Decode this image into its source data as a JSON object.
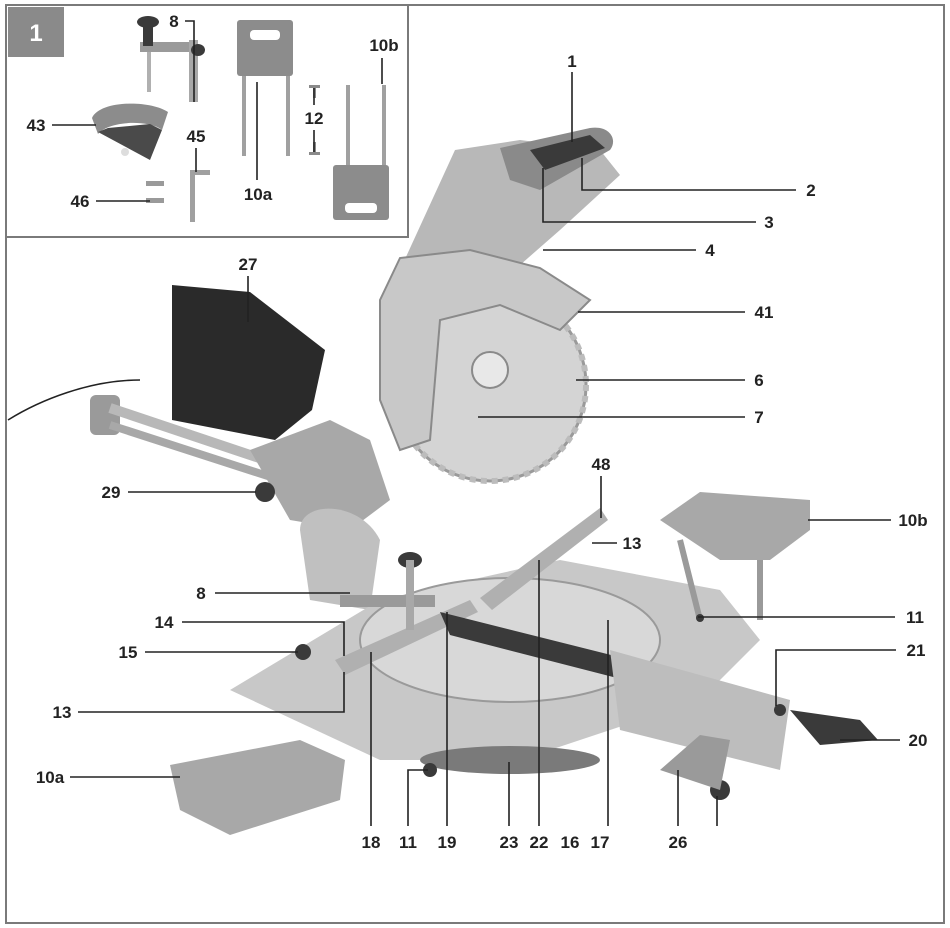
{
  "figure": {
    "number": "1",
    "colors": {
      "badge": "#8a8a8a",
      "body": "#c8c8c8",
      "body_dark": "#9a9a9a",
      "blade": "#d4d4d4",
      "bag": "#2a2a2a",
      "frame": "#7a7a7a",
      "text": "#222222"
    }
  },
  "labels": {
    "inset": {
      "8": "8",
      "43": "43",
      "45": "45",
      "46": "46",
      "10a": "10a",
      "10b": "10b",
      "12": "12"
    },
    "main": {
      "1": "1",
      "2": "2",
      "3": "3",
      "4": "4",
      "27": "27",
      "41": "41",
      "6": "6",
      "7": "7",
      "29": "29",
      "48": "48",
      "10b": "10b",
      "13_top": "13",
      "8": "8",
      "11_right": "11",
      "14": "14",
      "15": "15",
      "21": "21",
      "13_left": "13",
      "20": "20",
      "10a": "10a",
      "18": "18",
      "11_bottom": "11",
      "19": "19",
      "23": "23",
      "22": "22",
      "16": "16",
      "17": "17",
      "26": "26"
    }
  }
}
